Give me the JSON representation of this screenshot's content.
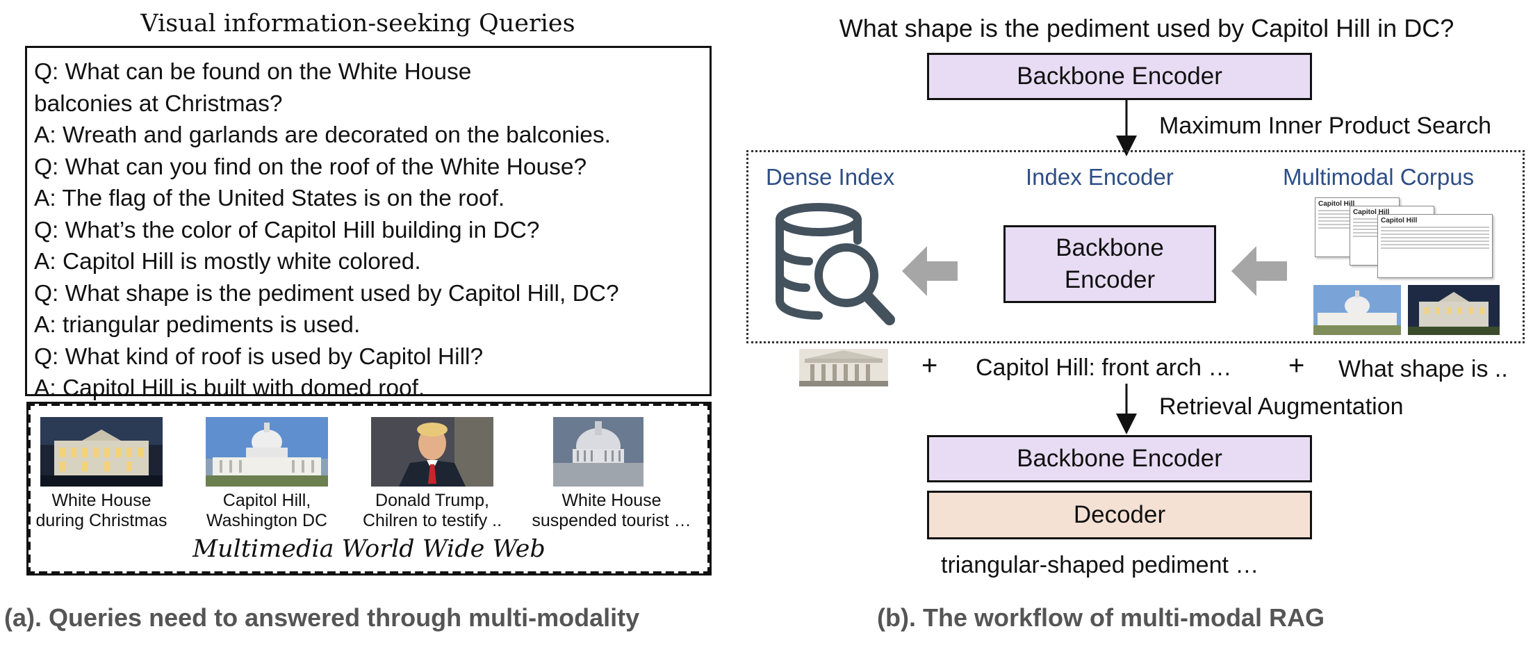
{
  "panel_a": {
    "title": "Visual information-seeking Queries",
    "qa": [
      "Q: What can be found on the White House",
      "balconies at Christmas?",
      "A: Wreath and garlands are decorated on the balconies.",
      "Q: What can you find on the roof of the White House?",
      "A: The flag of the United States is on the roof.",
      "Q: What’s the color of Capitol Hill building in DC?",
      "A: Capitol Hill is mostly white colored.",
      "Q: What shape is the pediment used by Capitol Hill, DC?",
      "A: triangular pediments is used.",
      "Q: What kind of roof is used by Capitol Hill?",
      "A: Capitol Hill is built with domed roof."
    ],
    "web_items": [
      {
        "caption": "White House\nduring Christmas"
      },
      {
        "caption": "Capitol Hill,\nWashington DC"
      },
      {
        "caption": "Donald Trump,\nChilren to testify .."
      },
      {
        "caption": "White House\nsuspended tourist …"
      }
    ],
    "web_title": "Multimedia World Wide Web",
    "caption": "(a). Queries need to answered through multi-modality"
  },
  "panel_b": {
    "question": "What shape is the pediment used by Capitol Hill in DC?",
    "top_encoder": "Backbone Encoder",
    "mips_label": "Maximum Inner Product Search",
    "dense_index_label": "Dense Index",
    "index_encoder_label": "Index Encoder",
    "corpus_label": "Multimodal Corpus",
    "middle_encoder_line1": "Backbone",
    "middle_encoder_line2": "Encoder",
    "doc_title": "Capitol Hill",
    "plus": "+",
    "retrieved_text": "Capitol Hill: front arch …",
    "query_snippet": "What shape is ..",
    "retrieval_label": "Retrieval Augmentation",
    "bottom_encoder": "Backbone Encoder",
    "decoder": "Decoder",
    "output": "triangular-shaped pediment …",
    "caption": "(b). The workflow of multi-modal RAG"
  },
  "colors": {
    "encoder_fill": "#e8dcf4",
    "decoder_fill": "#f5e1d4",
    "label_blue": "#2d4e86",
    "arrow_gray": "#a6a6a6",
    "caption_gray": "#555555"
  }
}
